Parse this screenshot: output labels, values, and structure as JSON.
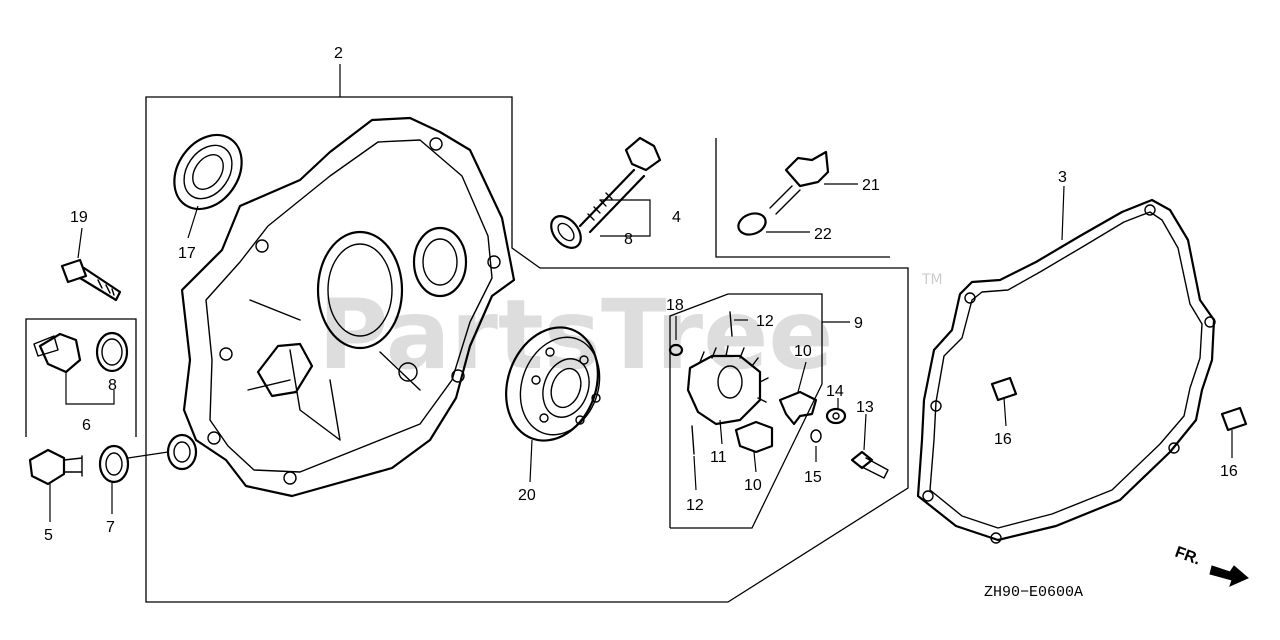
{
  "watermark": "PartsTree",
  "trademark": "TM",
  "diagram_code": "ZH90−E0600A",
  "front_indicator": "FR.",
  "callouts": [
    "2",
    "3",
    "4",
    "5",
    "6",
    "7",
    "8",
    "8",
    "9",
    "10",
    "10",
    "11",
    "12",
    "12",
    "13",
    "14",
    "15",
    "16",
    "16",
    "17",
    "18",
    "19",
    "20",
    "21",
    "22"
  ]
}
